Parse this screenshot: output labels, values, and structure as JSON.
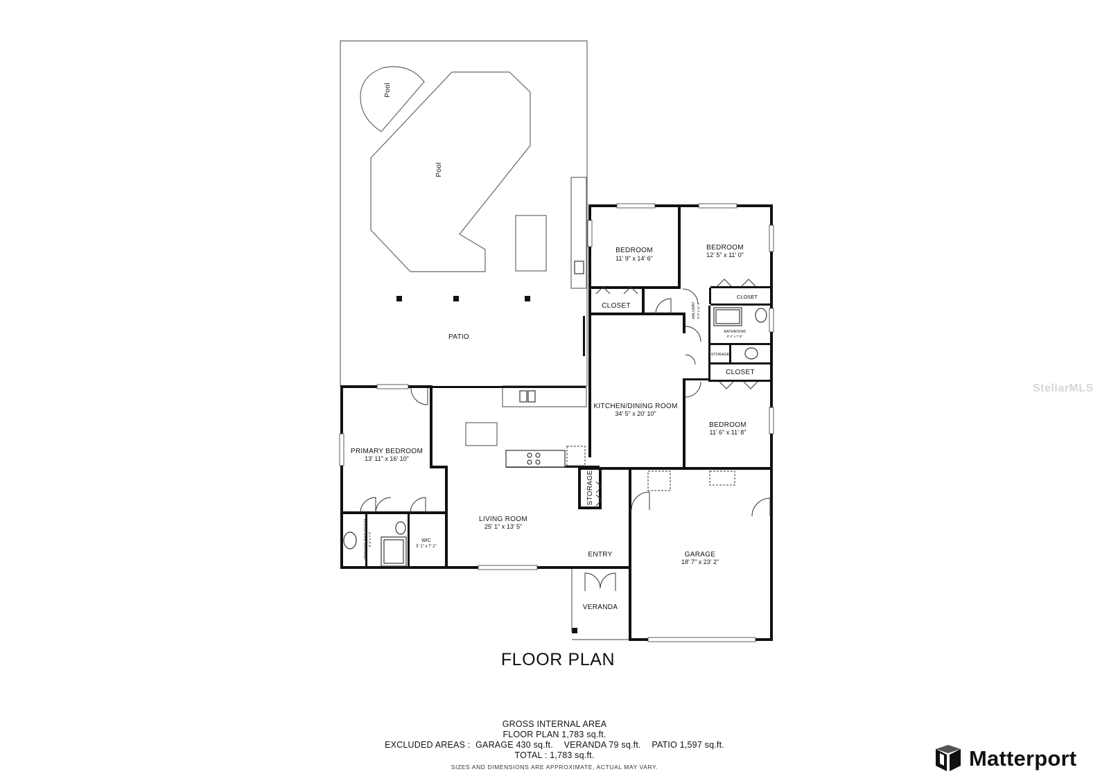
{
  "plan": {
    "title": "FLOOR PLAN",
    "rooms": {
      "pool_small": "Pool",
      "pool_main": "Pool",
      "patio": "PATIO",
      "bedroom_a": {
        "name": "BEDROOM",
        "dims": "11' 9\" x 14' 6\""
      },
      "bedroom_b": {
        "name": "BEDROOM",
        "dims": "12' 5\" x 11' 0\""
      },
      "closet_a": "CLOSET",
      "closet_b": "CLOSET",
      "closet_c": "CLOSET",
      "hallway": {
        "name": "HALLWAY",
        "dims": "3' 0\" x 11' 3\""
      },
      "bathroom": {
        "name": "BATHROOM",
        "dims": "8' 0\" x 7' 8\""
      },
      "storage_small": "STORAGE",
      "kitchen": {
        "name": "KITCHEN/DINING ROOM",
        "dims": "34' 5\" x 20' 10\""
      },
      "bedroom_c": {
        "name": "BEDROOM",
        "dims": "11' 6\" x 11' 8\""
      },
      "primary_bedroom": {
        "name": "PRIMARY BEDROOM",
        "dims": "13' 11\" x 16' 10\""
      },
      "storage": "STORAGE",
      "living_room": {
        "name": "LIVING ROOM",
        "dims": "25' 1\" x 13' 5\""
      },
      "primary_bathroom": {
        "name": "PRIMARY BATHROOM",
        "dims": "8' 6\" x 7' 2\""
      },
      "wic": {
        "name": "WIC",
        "dims": "5' 1\" x 7' 2\""
      },
      "entry": "ENTRY",
      "garage": {
        "name": "GARAGE",
        "dims": "18' 7\" x 23' 2\""
      },
      "veranda": "VERANDA"
    }
  },
  "area": {
    "heading": "GROSS INTERNAL AREA",
    "floor_plan": "FLOOR PLAN 1,783 sq.ft.",
    "excluded_label": "EXCLUDED AREAS :",
    "garage": "GARAGE 430 sq.ft.",
    "veranda": "VERANDA 79 sq.ft.",
    "patio": "PATIO 1,597 sq.ft.",
    "total": "TOTAL :  1,783 sq.ft.",
    "disclaimer": "SIZES AND DIMENSIONS ARE APPROXIMATE, ACTUAL MAY VARY."
  },
  "brand": {
    "name": "Matterport",
    "icon": "matterport-logo-icon"
  },
  "watermark": "StellarMLS"
}
